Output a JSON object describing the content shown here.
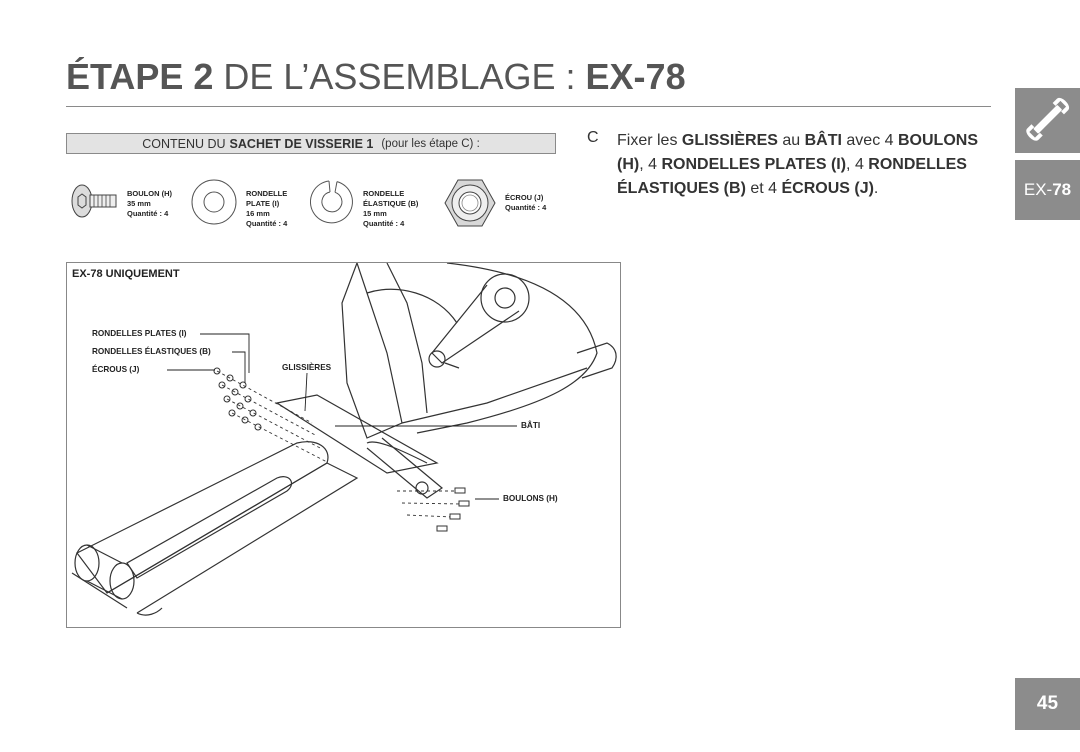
{
  "title": {
    "bold1": "ÉTAPE 2",
    "regular": " DE L’ASSEMBLAGE : ",
    "bold2": "EX-78"
  },
  "side_tabs": {
    "model_prefix": "EX-",
    "model_suffix": "78",
    "page_number": "45"
  },
  "hardware": {
    "header_prefix": "CONTENU DU",
    "header_bold": "SACHET DE VISSERIE 1",
    "header_suffix": "(pour les étape C) :",
    "items": [
      {
        "line1": "BOULON (H)",
        "line2": "35 mm",
        "line3": "Quantité : 4",
        "line4": ""
      },
      {
        "line1": "RONDELLE",
        "line2": "PLATE (I)",
        "line3": "16 mm",
        "line4": "Quantité : 4"
      },
      {
        "line1": "RONDELLE",
        "line2": "ÉLASTIQUE (B)",
        "line3": "15 mm",
        "line4": "Quantité : 4"
      },
      {
        "line1": "ÉCROU (J)",
        "line2": "Quantité : 4",
        "line3": "",
        "line4": ""
      }
    ]
  },
  "figure": {
    "title": "EX-78 UNIQUEMENT",
    "callouts": {
      "flat_washers": "RONDELLES PLATES (I)",
      "lock_washers": "RONDELLES ÉLASTIQUES (B)",
      "nuts": "ÉCROUS (J)",
      "rails": "GLISSIÈRES",
      "frame": "BÂTI",
      "bolts": "BOULONS (H)"
    }
  },
  "instruction": {
    "letter": "C",
    "t1": "Fixer les ",
    "b1": "GLISSIÈRES",
    "t2": " au ",
    "b2": "BÂTI",
    "t3": " avec 4 ",
    "b3": "BOULONS (H)",
    "t4": ", 4 ",
    "b4": "RONDELLES PLATES (I)",
    "t5": ", 4 ",
    "b5": "RONDELLES ÉLASTIQUES (B)",
    "t6": " et 4 ",
    "b6": "ÉCROUS (J)",
    "t7": "."
  }
}
